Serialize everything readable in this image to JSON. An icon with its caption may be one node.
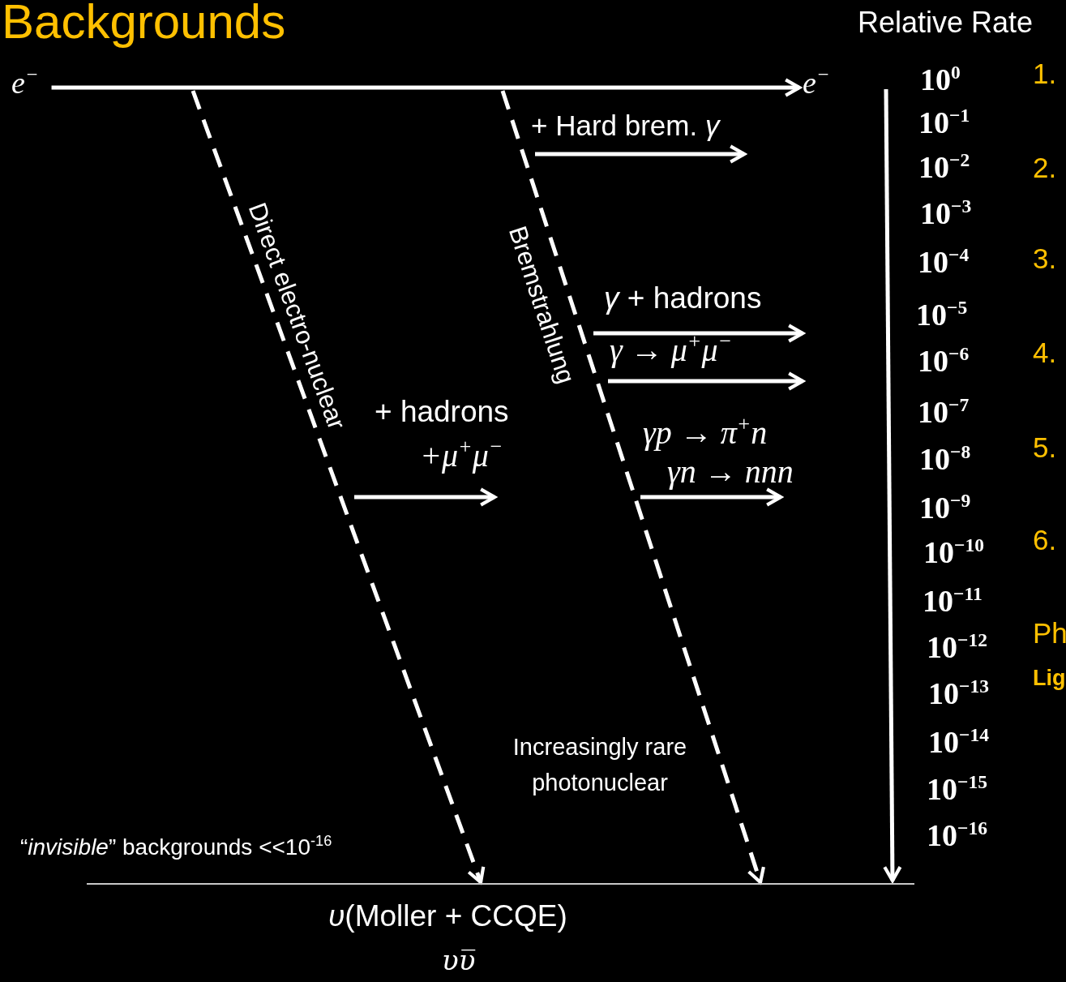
{
  "diagram": {
    "title": "Backgrounds",
    "nodes": [
      {
        "text": [
          "e$^{−}$"
        ]
      },
      {
        "text": [
          "e$^{−}$"
        ]
      },
      {
        "text": [],
        "shape": "bar"
      }
    ],
    "edges": [
      {
        "from": 0,
        "to": 1,
        "arrow": "to"
      },
      {
        "from": null,
        "to": 2,
        "arrow": "to",
        "style": "dashed",
        "label": "Direct electro-nuclear"
      },
      {
        "from": null,
        "to": 2,
        "arrow": "to",
        "style": "dashed",
        "label": "Bremstrahlung"
      }
    ],
    "labels": [
      "Relative Rate",
      "10$^{0}$",
      "10$^{−1}$",
      "10$^{−2}$",
      "10$^{−3}$",
      "10$^{−4}$",
      "10$^{−5}$",
      "10$^{−6}$",
      "10$^{−7}$",
      "10$^{−8}$",
      "10$^{−9}$",
      "10$^{−10}$",
      "10$^{−11}$",
      "10$^{−12}$",
      "10$^{−13}$",
      "10$^{−14}$",
      "10$^{−15}$",
      "10$^{−16}$",
      "1.",
      "2.",
      "3.",
      "4.",
      "5.",
      "6.",
      "Ph",
      "Lig",
      "+ Hard brem. *γ*",
      "*γ* + hadrons",
      "γ → μ$^{+}$μ$^{−}$",
      "+ hadrons",
      "+μ$^{+}$μ$^{−}$",
      "γp → π$^{+}$n",
      "γn → nnn",
      "Increasingly rare photonuclear",
      "“*invisible*” backgrounds <<10$^{-16}$",
      "*υ*(Moller + CCQE)",
      "υυ̅"
    ]
  }
}
